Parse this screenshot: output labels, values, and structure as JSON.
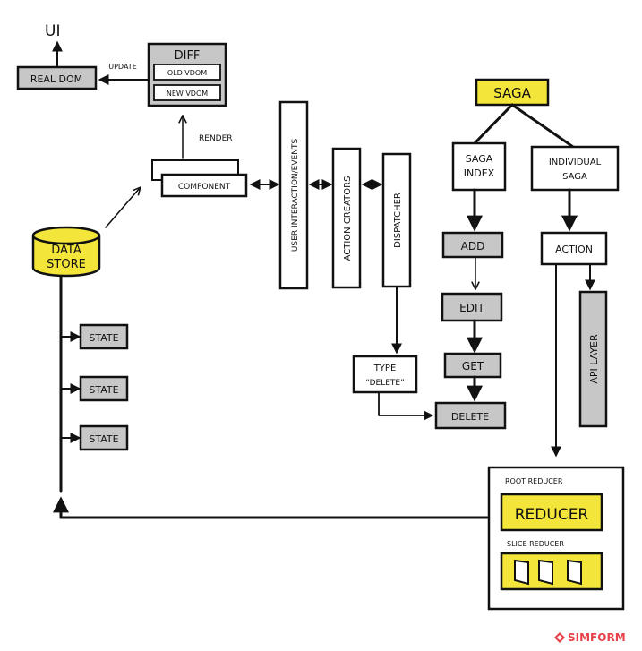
{
  "colors": {
    "highlight": "#f3e53a",
    "gray": "#c7c7c7",
    "ink": "#111111",
    "brand": "#e8414a"
  },
  "nodes": {
    "ui": "UI",
    "real_dom": "Real DOM",
    "update": "UPDATE",
    "diff": "DIFF",
    "old_vdom": "OLD VDOM",
    "new_vdom": "NEW VDOM",
    "render": "RENDER",
    "component": "COMPONENT",
    "data_store_line1": "DATA",
    "data_store_line2": "STORE",
    "state_1": "STATE",
    "state_2": "STATE",
    "state_3": "STATE",
    "user_interaction": "USER INTERACTION/EVENTS",
    "action_creators": "ACTION CREATORS",
    "dispatcher": "DISPATCHER",
    "type_line1": "TYPE",
    "type_line2": "“DELETE”",
    "saga": "SAGA",
    "saga_index_line1": "SAGA",
    "saga_index_line2": "INDEX",
    "individual_saga_line1": "INDIVIDUAL",
    "individual_saga_line2": "SAGA",
    "add": "ADD",
    "edit": "EDIT",
    "get": "GET",
    "delete": "DELETE",
    "action": "ACTION",
    "api_layer": "API LAYER",
    "root_reducer": "Root Reducer",
    "reducer": "REDUCER",
    "slice_reducer": "Slice Reducer"
  },
  "brand": {
    "name": "SIMFORM",
    "icon": "simform-logo-icon"
  }
}
